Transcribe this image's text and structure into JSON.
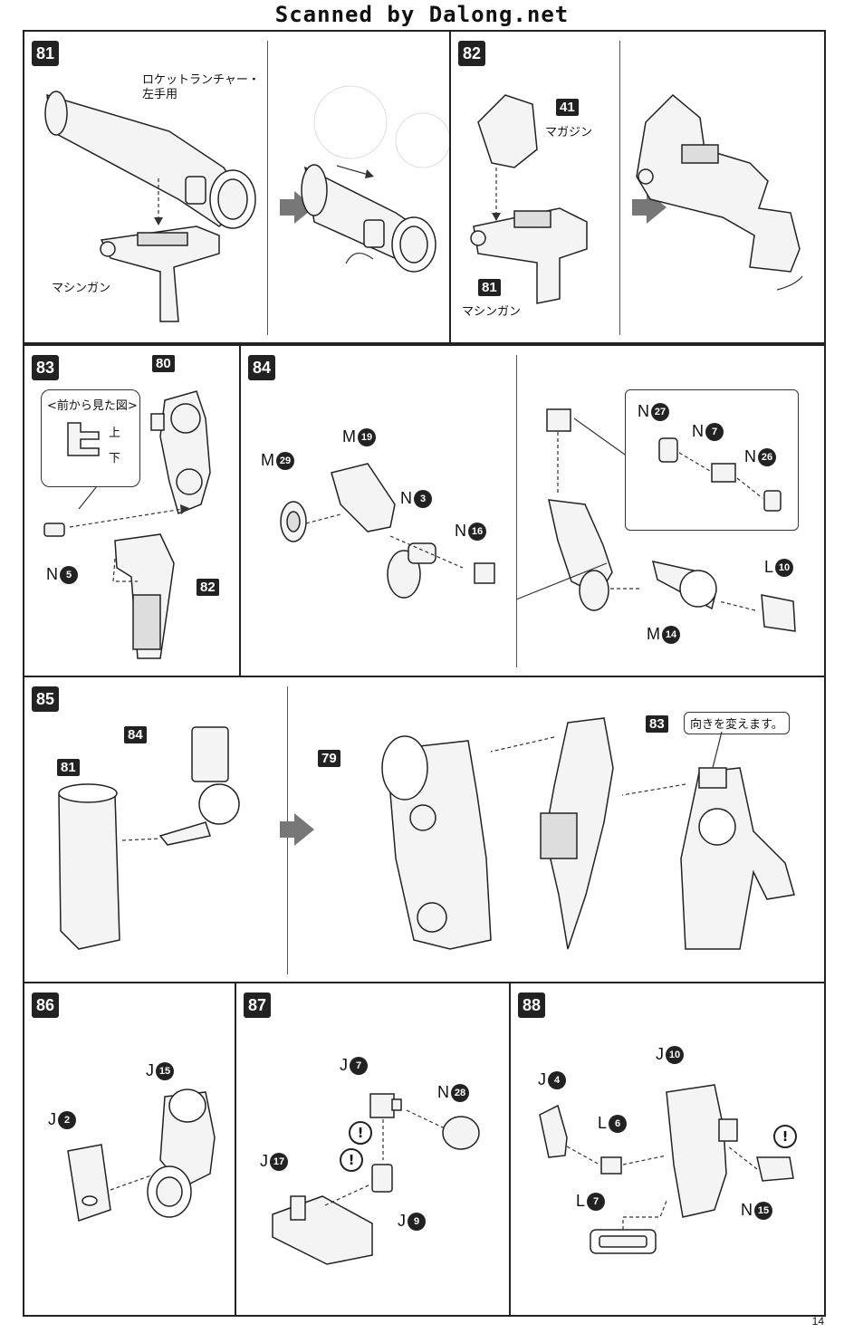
{
  "header": "Scanned by Dalong.net",
  "page_number": "14",
  "steps": {
    "s81": {
      "number": "81",
      "label_rocket": "ロケットランチャー・",
      "label_rocket2": "左手用",
      "label_mg": "マシンガン"
    },
    "s82": {
      "number": "82",
      "tag_41": "41",
      "label_magazine": "マガジン",
      "tag_81": "81",
      "label_mg": "マシンガン"
    },
    "s83": {
      "number": "83",
      "tag_80": "80",
      "tag_82": "82",
      "callout_title": "<前から見た図>",
      "up": "上",
      "down": "下",
      "part_n5": {
        "letter": "N",
        "num": "5"
      }
    },
    "s84": {
      "number": "84",
      "m29": {
        "letter": "M",
        "num": "29"
      },
      "m19": {
        "letter": "M",
        "num": "19"
      },
      "n3": {
        "letter": "N",
        "num": "3"
      },
      "n16": {
        "letter": "N",
        "num": "16"
      },
      "n27": {
        "letter": "N",
        "num": "27"
      },
      "n7": {
        "letter": "N",
        "num": "7"
      },
      "n26": {
        "letter": "N",
        "num": "26"
      },
      "l10": {
        "letter": "L",
        "num": "10"
      },
      "m14": {
        "letter": "M",
        "num": "14"
      }
    },
    "s85": {
      "number": "85",
      "tag_84": "84",
      "tag_81": "81",
      "tag_79": "79",
      "tag_83": "83",
      "note": "向きを変えます。"
    },
    "s86": {
      "number": "86",
      "j15": {
        "letter": "J",
        "num": "15"
      },
      "j2": {
        "letter": "J",
        "num": "2"
      }
    },
    "s87": {
      "number": "87",
      "j7": {
        "letter": "J",
        "num": "7"
      },
      "n28": {
        "letter": "N",
        "num": "28"
      },
      "j17": {
        "letter": "J",
        "num": "17"
      },
      "j9": {
        "letter": "J",
        "num": "9"
      },
      "warn": "!"
    },
    "s88": {
      "number": "88",
      "j10": {
        "letter": "J",
        "num": "10"
      },
      "j4": {
        "letter": "J",
        "num": "4"
      },
      "l6": {
        "letter": "L",
        "num": "6"
      },
      "l7": {
        "letter": "L",
        "num": "7"
      },
      "n15": {
        "letter": "N",
        "num": "15"
      },
      "warn": "!"
    }
  }
}
